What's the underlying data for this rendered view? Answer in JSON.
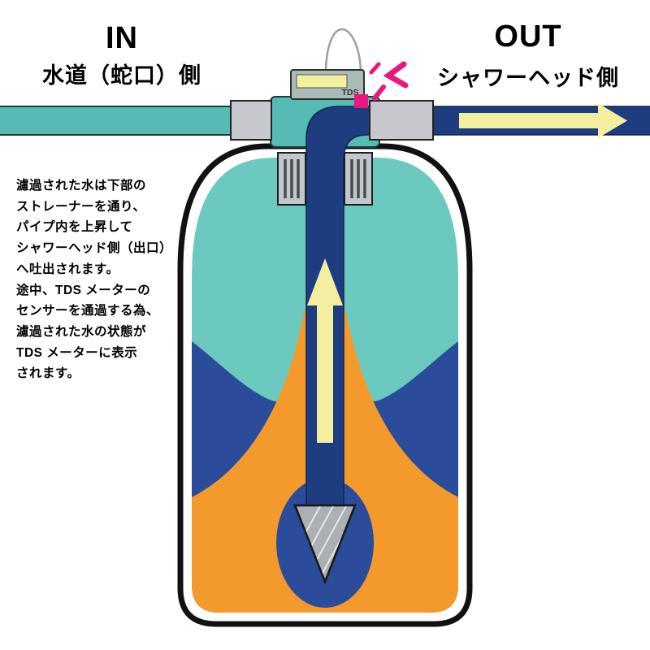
{
  "header": {
    "in_label": "IN",
    "in_sublabel": "水道（蛇口）側",
    "out_label": "OUT",
    "out_sublabel": "シャワーヘッド側"
  },
  "meter": {
    "display_label": "TDS"
  },
  "description": {
    "lines": [
      "濾過された水は下部の",
      "ストレーナーを通り、",
      "パイプ内を上昇して",
      "シャワーヘッド側（出口）",
      "へ吐出されます。",
      "途中、TDS メーターの",
      "センサーを通過する為、",
      "濾過された水の状態が",
      "TDS メーターに表示",
      "されます。"
    ]
  },
  "colors": {
    "teal": "#56bcb3",
    "teal_light": "#6cc9bf",
    "navy": "#1e3d80",
    "blue": "#2a4c9b",
    "orange": "#f49a2d",
    "yellow": "#f3ef9e",
    "pink": "#e8187f",
    "gray": "#c6c8ce",
    "meter_body": "#a9bcba"
  }
}
